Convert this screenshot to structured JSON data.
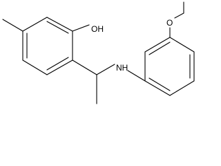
{
  "molecule": {
    "atom_labels": {
      "hydroxyl": "OH",
      "amine": "NH",
      "ether_oxygen": "O"
    },
    "colors": {
      "bond": "#000000",
      "label": "#000000",
      "background": "#ffffff"
    }
  }
}
